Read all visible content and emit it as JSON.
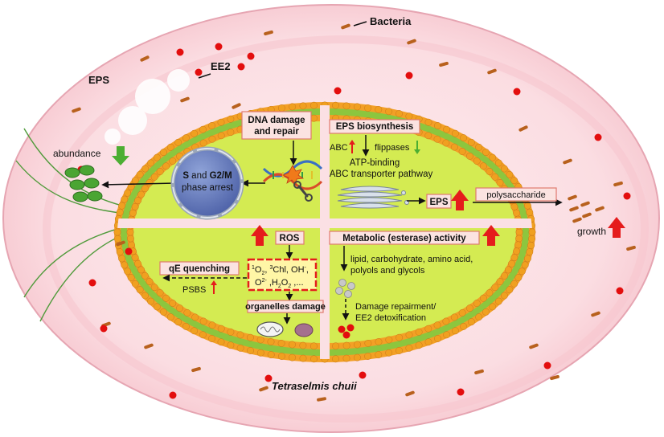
{
  "labels": {
    "bacteria": "Bacteria",
    "ee2": "EE2",
    "eps_outer": "EPS",
    "abundance": "abundance",
    "growth": "growth",
    "species": "Tetraselmis chuii"
  },
  "q1": {
    "dna_box_line1": "DNA damage",
    "dna_box_line2": "and repair",
    "phase_line1_s": "S",
    "phase_line1_and": " and ",
    "phase_line1_g2m": "G2/M",
    "phase_line2": "phase arrest"
  },
  "q2": {
    "eps_biosynthesis": "EPS biosynthesis",
    "abc": "ABC",
    "flippases": "flippases",
    "atp_line1": "ATP-binding",
    "atp_line2": "ABC transporter pathway",
    "eps_box": "EPS",
    "polysaccharide": "polysaccharide"
  },
  "q3": {
    "ros": "ROS",
    "qe_quenching": "qE quenching",
    "psbs": "PSBS",
    "ros_species_line1_o2": "O",
    "ros_species_line1_sub": "2",
    "ros_species_line1_rest": ", ",
    "ros_species_chl_sup": "3",
    "ros_species_chl": "Chl, OH",
    "ros_species_oh_sup": "-",
    "ros_species_oh_comma": ",",
    "ros_species_line2_o": "O",
    "ros_species_line2_o_sup": "2-",
    "ros_species_line2_h": " ,H",
    "ros_species_line2_h_sub": "2",
    "ros_species_line2_o2": "O",
    "ros_species_line2_o2_sub": "2",
    "ros_species_line2_end": " ,...",
    "ros_species_singlet_sup": "1",
    "organelles_damage": "organelles damage"
  },
  "q4": {
    "metabolic": "Metabolic (esterase) activity",
    "metab_line1": "lipid, carbohydrate, amino acid,",
    "metab_line2": "polyols and glycols",
    "repair_line1": "Damage repairment/",
    "repair_line2": "EE2 detoxification"
  },
  "colors": {
    "outer_fill": "#fbe0e4",
    "cell_fill": "#d6ec55",
    "membrane_head": "#f0a020",
    "box_fill": "#fbe3e1",
    "box_stroke": "#e07a6f",
    "up_arrow": "#e51c1c",
    "down_arrow": "#4cae32",
    "ee2_dot": "#e30e0e",
    "bacteria": "#b8611d"
  }
}
